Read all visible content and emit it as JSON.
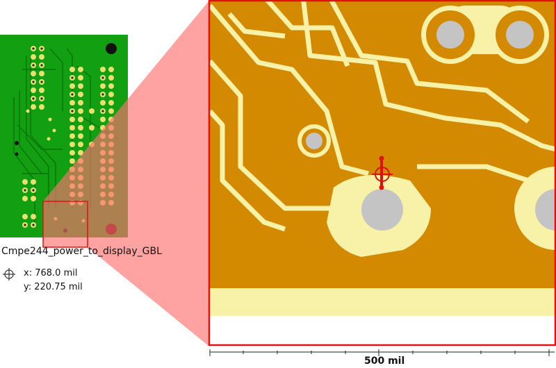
{
  "board": {
    "filename": "Cmpe244_power_to_display_GBL"
  },
  "cursor": {
    "x_label": "x:",
    "x_value": "768.0 mil",
    "y_label": "y:",
    "y_value": "220.75 mil"
  },
  "scale": {
    "label": "500 mil"
  },
  "colors": {
    "board_green": "#12a012",
    "copper_dark": "#d48a00",
    "copper_light": "#f8f2a8",
    "drill_gray": "#c4c4c4",
    "highlight_red": "#e01010",
    "zoom_pink": "#ff8080"
  },
  "icons": {
    "cursor": "crosshair-icon"
  }
}
